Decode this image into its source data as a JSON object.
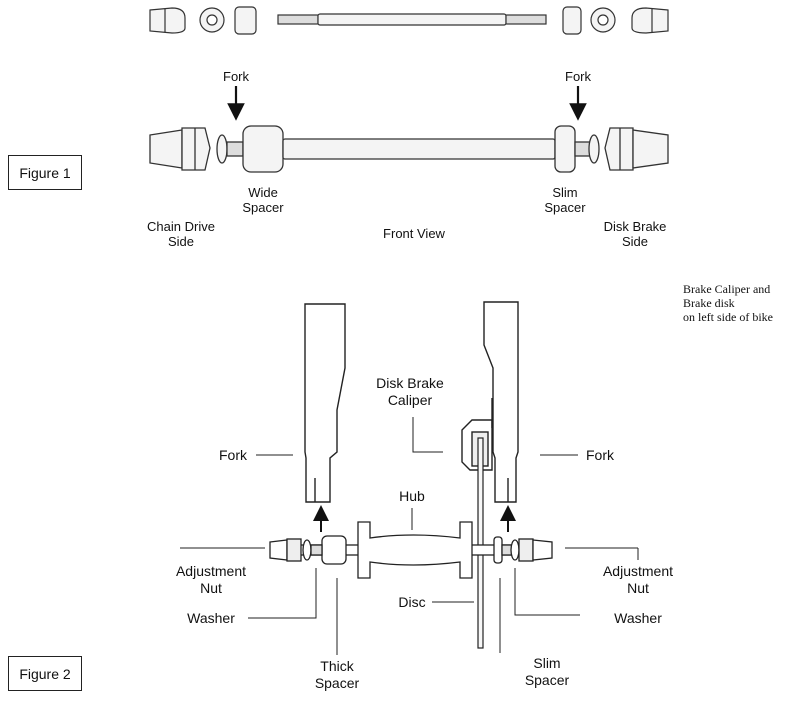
{
  "figure1": {
    "box_label": "Figure 1",
    "fork_left": "Fork",
    "fork_right": "Fork",
    "wide_spacer": [
      "Wide",
      "Spacer"
    ],
    "slim_spacer": [
      "Slim",
      "Spacer"
    ],
    "chain_side": [
      "Chain Drive",
      "Side"
    ],
    "front_view": "Front View",
    "disk_side": [
      "Disk Brake",
      "Side"
    ]
  },
  "figure2": {
    "box_label": "Figure 2",
    "disk_caliper": [
      "Disk Brake",
      "Caliper"
    ],
    "fork_left": "Fork",
    "fork_right": "Fork",
    "hub": "Hub",
    "adj_left": [
      "Adjustment",
      "Nut"
    ],
    "adj_right": [
      "Adjustment",
      "Nut"
    ],
    "washer_left": "Washer",
    "washer_right": "Washer",
    "disc": "Disc",
    "thick_spacer": [
      "Thick",
      "Spacer"
    ],
    "slim_spacer": [
      "Slim",
      "Spacer"
    ]
  },
  "note": [
    "Brake Caliper and",
    "Brake disk",
    "on left side of bike"
  ]
}
